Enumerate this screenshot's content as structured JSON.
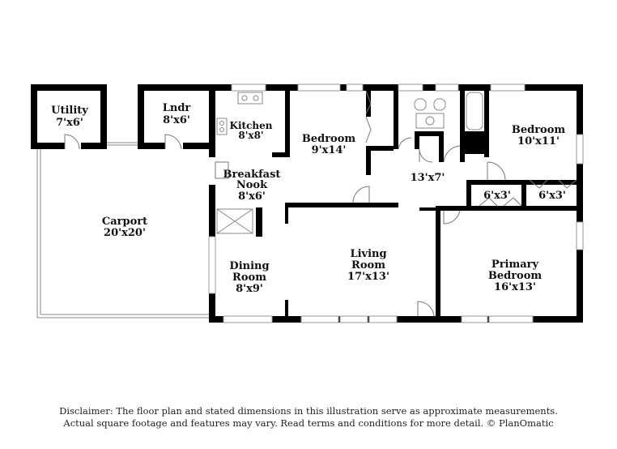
{
  "rooms": {
    "utility": {
      "name": "Utility",
      "dim": "7'x6'"
    },
    "laundry": {
      "name": "Lndr",
      "dim": "8'x6'"
    },
    "kitchen": {
      "name": "Kitchen",
      "dim": "8'x8'"
    },
    "breakfast_nook": {
      "name1": "Breakfast",
      "name2": "Nook",
      "dim": "8'x6'"
    },
    "bedroom_a": {
      "name": "Bedroom",
      "dim": "9'x14'"
    },
    "hall": {
      "dim": "13'x7'"
    },
    "bedroom_b": {
      "name": "Bedroom",
      "dim": "10'x11'"
    },
    "closet_a": {
      "dim": "6'x3'"
    },
    "closet_b": {
      "dim": "6'x3'"
    },
    "carport": {
      "name": "Carport",
      "dim": "20'x20'"
    },
    "dining": {
      "name1": "Dining",
      "name2": "Room",
      "dim": "8'x9'"
    },
    "living": {
      "name1": "Living",
      "name2": "Room",
      "dim": "17'x13'"
    },
    "primary": {
      "name1": "Primary",
      "name2": "Bedroom",
      "dim": "16'x13'"
    }
  },
  "disclaimer": {
    "line1": "Disclaimer: The floor plan and stated dimensions in this illustration serve as approximate measurements.",
    "line2": "Actual square footage and features may vary. Read terms and conditions for more detail. © PlanOmatic"
  }
}
